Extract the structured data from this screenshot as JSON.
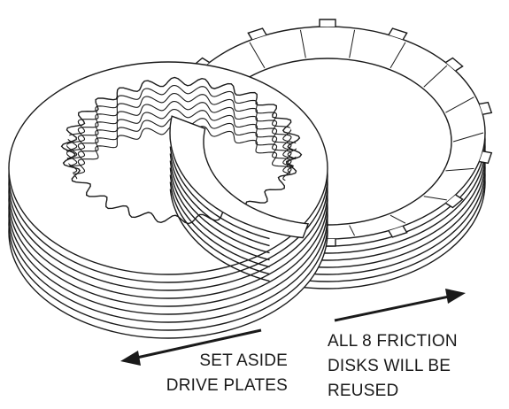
{
  "diagram": {
    "friction_disk_count_label": "ALL 8 FRICTION DISKS WILL BE REUSED",
    "captions": {
      "drive_plates": {
        "lines": [
          "SET ASIDE",
          "DRIVE PLATES"
        ]
      },
      "friction_disks": {
        "lines": [
          "ALL 8 FRICTION",
          "DISKS WILL BE",
          "REUSED"
        ]
      }
    },
    "colors": {
      "line": "#1a1a1a",
      "fill": "#ffffff",
      "background": "#ffffff"
    }
  }
}
